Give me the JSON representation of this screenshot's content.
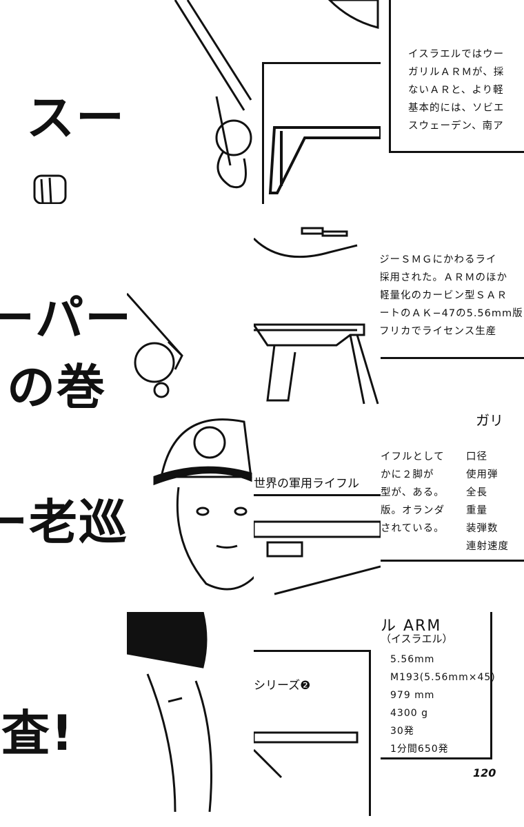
{
  "title_fragments": {
    "r0": "スー",
    "r1a": "ーパー",
    "r1b": "の巻",
    "r2": "ー老巡",
    "r3": "巡査!"
  },
  "intro_text": [
    "イスラエルではウー",
    "ガリルＡＲＭが、採",
    "ないＡＲと、より軽",
    "基本的には、ソビエ",
    "スウェーデン、南ア"
  ],
  "middle_text": [
    "ジーＳＭＧにかわるライ",
    "採用された。ＡＲＭのほか",
    "軽量化のカービン型ＳＡＲ",
    "ートのＡＫ−47の5.56mm版",
    "フリカでライセンス生産"
  ],
  "lower_text": [
    "イフルとして",
    "かに２脚が",
    "型が、ある。",
    "版。オランダ",
    "されている。"
  ],
  "series_title": "世界の軍用ライフル",
  "series_suffix": "シリーズ❷",
  "gun_name_fragment": "ガリ",
  "gun_name": "ル ARM",
  "gun_country": "（イスラエル）",
  "specs": {
    "labels": [
      "口径",
      "使用弾",
      "全長",
      "重量",
      "装弾数",
      "連射速度"
    ],
    "values": [
      "5.56mm",
      "M193(5.56mm×45)",
      "979 mm",
      "4300 g",
      "30発",
      "1分間650発"
    ]
  },
  "page_number": "120"
}
